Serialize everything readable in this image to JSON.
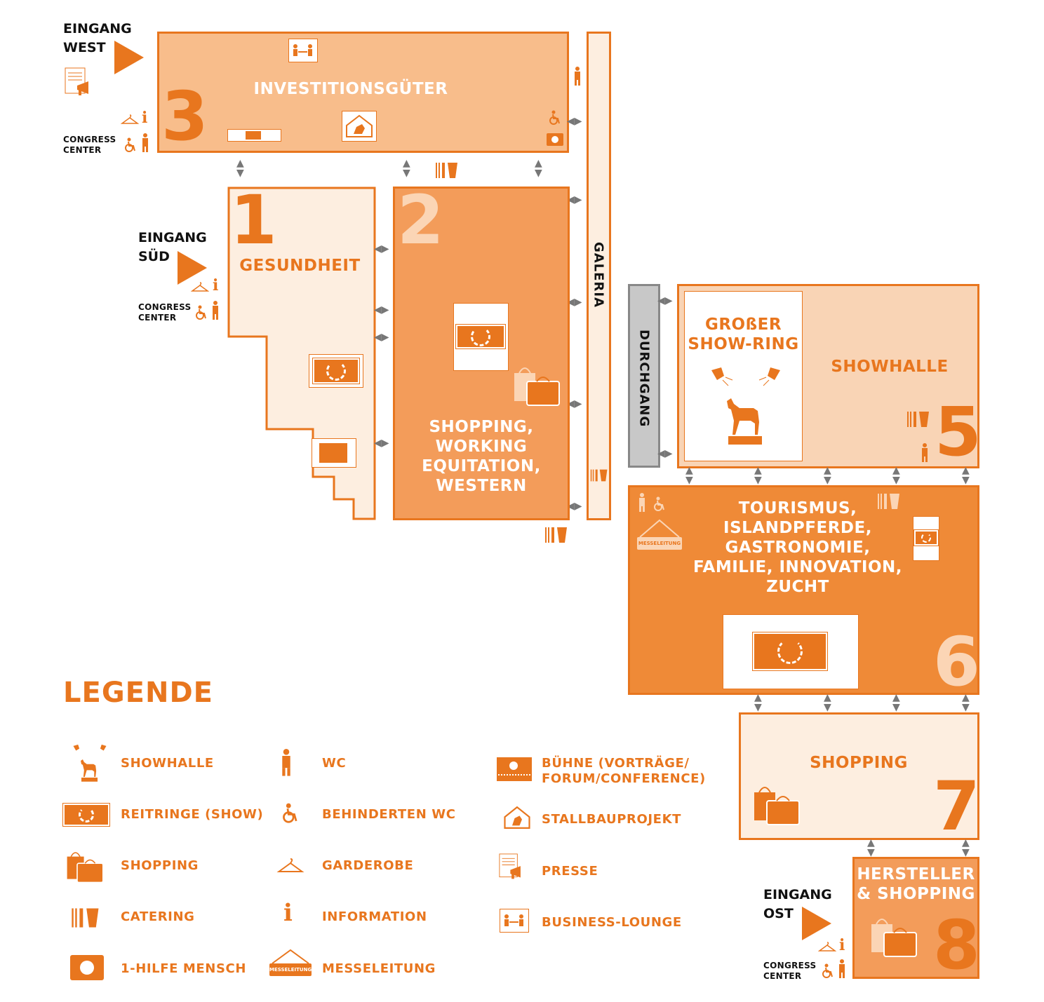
{
  "halls": {
    "h3": {
      "number": "3",
      "label": "INVESTITIONSGÜTER"
    },
    "h1": {
      "number": "1",
      "label": "GESUNDHEIT"
    },
    "h2": {
      "number": "2",
      "label_lines": [
        "SHOPPING,",
        "WORKING",
        "EQUITATION,",
        "WESTERN"
      ]
    },
    "h5": {
      "number": "5",
      "label": "SHOWHALLE",
      "ring_lines": [
        "GROßER",
        "SHOW-RING"
      ]
    },
    "h6": {
      "number": "6",
      "label_lines": [
        "TOURISMUS,",
        "ISLANDPFERDE,",
        "GASTRONOMIE,",
        "FAMILIE, INNOVATION,",
        "ZUCHT"
      ]
    },
    "h7": {
      "number": "7",
      "label": "SHOPPING"
    },
    "h8": {
      "number": "8",
      "label_lines": [
        "HERSTELLER",
        "& SHOPPING"
      ]
    },
    "galeria": "GALERIA",
    "durchgang": "DURCHGANG"
  },
  "entrances": {
    "west": {
      "lines": [
        "EINGANG",
        "WEST"
      ],
      "cc": [
        "CONGRESS",
        "CENTER"
      ]
    },
    "sued": {
      "lines": [
        "EINGANG",
        "SÜD"
      ],
      "cc": [
        "CONGRESS",
        "CENTER"
      ]
    },
    "ost": {
      "lines": [
        "EINGANG",
        "OST"
      ],
      "cc": [
        "CONGRESS",
        "CENTER"
      ]
    }
  },
  "messeleitung_sign": "MESSELEITUNG",
  "legend": {
    "title": "LEGENDE",
    "col1": [
      "SHOWHALLE",
      "REITRINGE (SHOW)",
      "SHOPPING",
      "CATERING",
      "1-HILFE MENSCH"
    ],
    "col2": [
      "WC",
      "BEHINDERTEN WC",
      "GARDEROBE",
      "INFORMATION",
      "MESSELEITUNG"
    ],
    "col3": [
      [
        "BÜHNE (VORTRÄGE/",
        "FORUM/CONFERENCE)"
      ],
      [
        "STALLBAUPROJEKT"
      ],
      [
        "PRESSE"
      ],
      [
        "BUSINESS-LOUNGE"
      ]
    ]
  },
  "colors": {
    "orange": "#e8761e",
    "light": "#fdeee0",
    "peach": "#f8bd8b",
    "mid": "#f39c5a",
    "strong": "#ef8a37",
    "showhalle": "#f9d4b5",
    "grey": "#c8c8c8"
  }
}
